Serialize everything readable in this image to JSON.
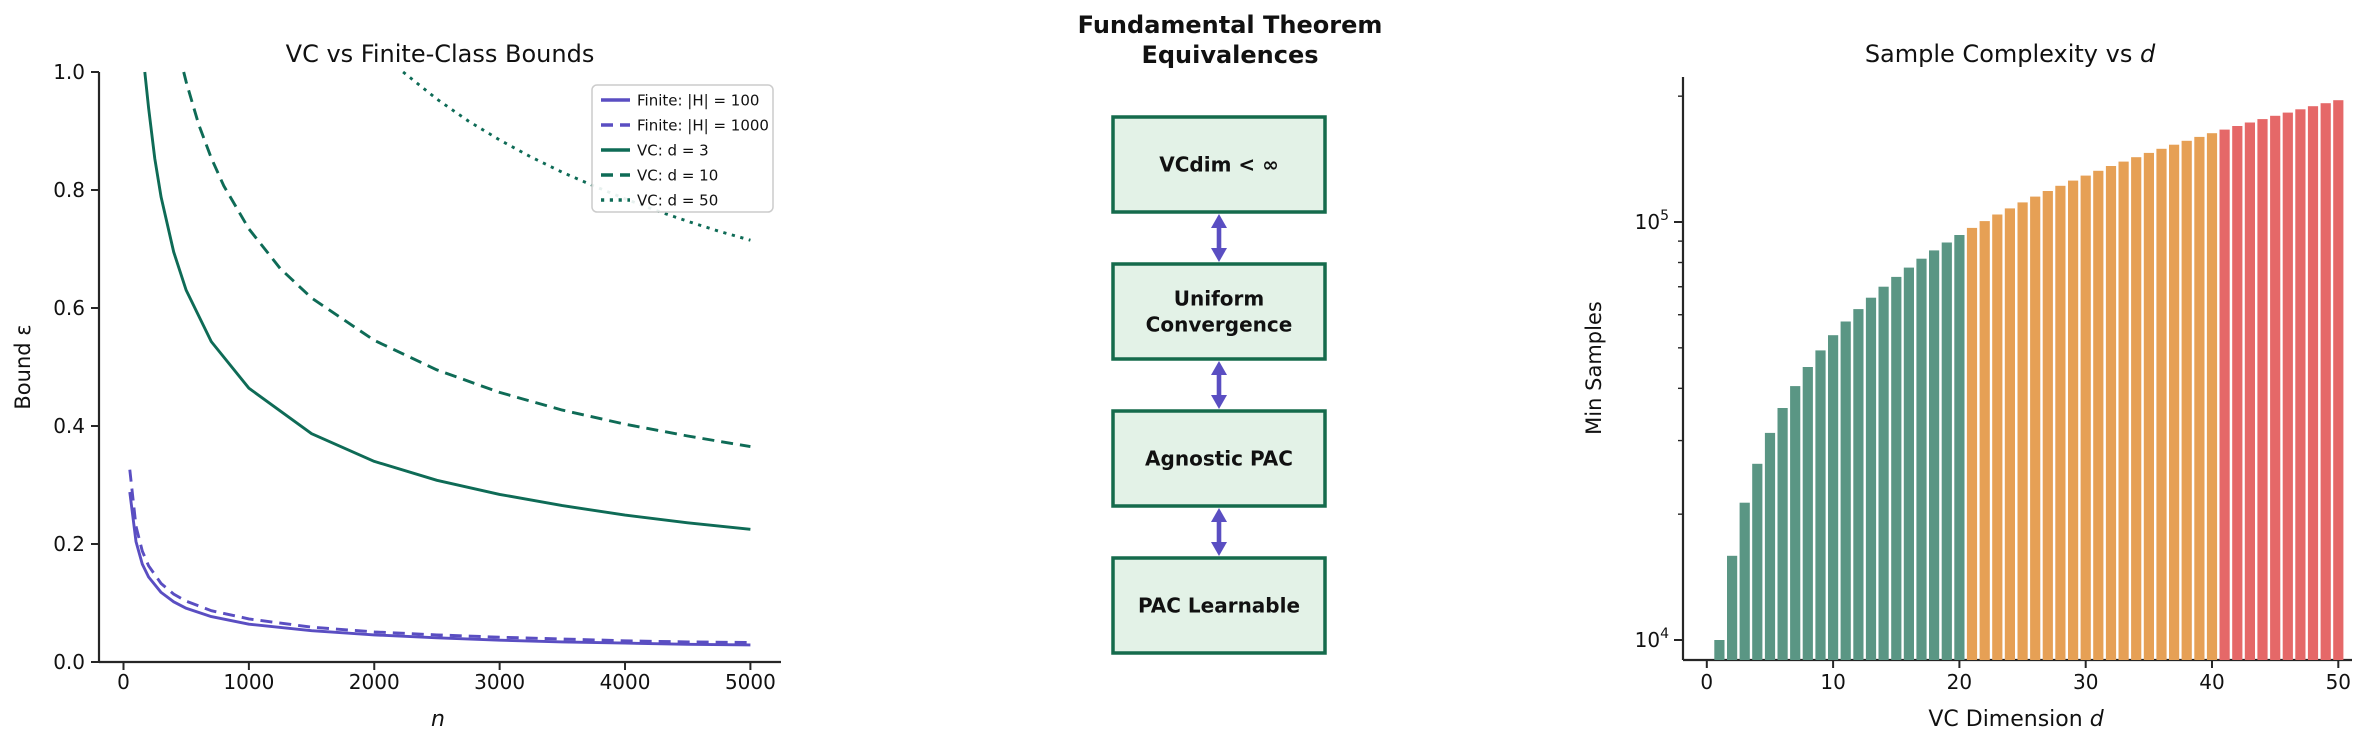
{
  "figure": {
    "background": "#ffffff"
  },
  "colors": {
    "purple": "#5a4ec2",
    "teal_line": "#0e6b56",
    "bar_teal": "#5a9684",
    "bar_orange": "#e6a055",
    "bar_red": "#e56868",
    "box_fill": "#e3f2e7",
    "box_border": "#156b4c",
    "arrow": "#5a4ec2",
    "axis": "#262626",
    "legend_border": "#cccccc"
  },
  "diagram": {
    "title": "Fundamental Theorem\nEquivalences",
    "boxes": [
      {
        "label": "VCdim < ∞"
      },
      {
        "label": "Uniform\nConvergence"
      },
      {
        "label": "Agnostic PAC"
      },
      {
        "label": "PAC Learnable"
      }
    ]
  },
  "chart_data": [
    {
      "type": "line",
      "title": "VC vs Finite-Class Bounds",
      "xlabel": "n",
      "ylabel": "Bound ε",
      "xlim": [
        -200,
        5250
      ],
      "ylim": [
        0,
        1
      ],
      "grid": false,
      "legend_position": "upper right",
      "xticks": [
        {
          "label": "0",
          "value": 0
        },
        {
          "label": "1000",
          "value": 1000
        },
        {
          "label": "2000",
          "value": 2000
        },
        {
          "label": "3000",
          "value": 3000
        },
        {
          "label": "4000",
          "value": 4000
        },
        {
          "label": "5000",
          "value": 5000
        }
      ],
      "yticks": [
        {
          "label": "0.0",
          "value": 0.0
        },
        {
          "label": "0.2",
          "value": 0.2
        },
        {
          "label": "0.4",
          "value": 0.4
        },
        {
          "label": "0.6",
          "value": 0.6
        },
        {
          "label": "0.8",
          "value": 0.8
        },
        {
          "label": "1.0",
          "value": 1.0
        }
      ],
      "series": [
        {
          "name": "Finite: |H| = 100",
          "color": "#5a4ec2",
          "style": "solid",
          "points": [
            [
              50,
              0.288
            ],
            [
              100,
              0.204
            ],
            [
              150,
              0.166
            ],
            [
              200,
              0.144
            ],
            [
              300,
              0.118
            ],
            [
              400,
              0.102
            ],
            [
              500,
              0.091
            ],
            [
              700,
              0.077
            ],
            [
              1000,
              0.064
            ],
            [
              1500,
              0.053
            ],
            [
              2000,
              0.046
            ],
            [
              2500,
              0.041
            ],
            [
              3000,
              0.037
            ],
            [
              3500,
              0.034
            ],
            [
              4000,
              0.032
            ],
            [
              4500,
              0.03
            ],
            [
              5000,
              0.029
            ]
          ]
        },
        {
          "name": "Finite: |H| = 1000",
          "color": "#5a4ec2",
          "style": "dashed",
          "points": [
            [
              50,
              0.326
            ],
            [
              100,
              0.23
            ],
            [
              150,
              0.188
            ],
            [
              200,
              0.163
            ],
            [
              300,
              0.133
            ],
            [
              400,
              0.115
            ],
            [
              500,
              0.103
            ],
            [
              700,
              0.087
            ],
            [
              1000,
              0.073
            ],
            [
              1500,
              0.059
            ],
            [
              2000,
              0.051
            ],
            [
              2500,
              0.046
            ],
            [
              3000,
              0.042
            ],
            [
              3500,
              0.039
            ],
            [
              4000,
              0.036
            ],
            [
              4500,
              0.034
            ],
            [
              5000,
              0.033
            ]
          ]
        },
        {
          "name": "VC: d = 3",
          "color": "#0e6b56",
          "style": "solid",
          "points": [
            [
              170,
              1.0
            ],
            [
              200,
              0.939
            ],
            [
              250,
              0.853
            ],
            [
              300,
              0.788
            ],
            [
              400,
              0.695
            ],
            [
              500,
              0.63
            ],
            [
              700,
              0.543
            ],
            [
              1000,
              0.464
            ],
            [
              1500,
              0.387
            ],
            [
              2000,
              0.34
            ],
            [
              2500,
              0.308
            ],
            [
              3000,
              0.284
            ],
            [
              3500,
              0.265
            ],
            [
              4000,
              0.249
            ],
            [
              4500,
              0.236
            ],
            [
              5000,
              0.225
            ]
          ]
        },
        {
          "name": "VC: d = 10",
          "color": "#0e6b56",
          "style": "dashed",
          "points": [
            [
              480,
              1.0
            ],
            [
              500,
              0.983
            ],
            [
              600,
              0.911
            ],
            [
              700,
              0.854
            ],
            [
              800,
              0.807
            ],
            [
              1000,
              0.734
            ],
            [
              1250,
              0.667
            ],
            [
              1500,
              0.617
            ],
            [
              2000,
              0.545
            ],
            [
              2500,
              0.495
            ],
            [
              3000,
              0.457
            ],
            [
              3500,
              0.427
            ],
            [
              4000,
              0.403
            ],
            [
              4500,
              0.383
            ],
            [
              5000,
              0.365
            ]
          ]
        },
        {
          "name": "VC: d = 50",
          "color": "#0e6b56",
          "style": "dotted",
          "points": [
            [
              2230,
              1.0
            ],
            [
              2500,
              0.954
            ],
            [
              2750,
              0.917
            ],
            [
              3000,
              0.885
            ],
            [
              3250,
              0.856
            ],
            [
              3500,
              0.83
            ],
            [
              3750,
              0.807
            ],
            [
              4000,
              0.785
            ],
            [
              4250,
              0.765
            ],
            [
              4500,
              0.747
            ],
            [
              4750,
              0.73
            ],
            [
              5000,
              0.715
            ]
          ]
        }
      ]
    },
    {
      "type": "bar",
      "title_prefix": "Sample Complexity vs ",
      "title_italic": "d",
      "xlabel_prefix": "VC Dimension ",
      "xlabel_italic": "d",
      "ylabel": "Min Samples",
      "yscale": "log",
      "ylim": [
        8900,
        223000
      ],
      "xticks": [
        {
          "label": "0",
          "value": 0
        },
        {
          "label": "10",
          "value": 10
        },
        {
          "label": "20",
          "value": 20
        },
        {
          "label": "30",
          "value": 30
        },
        {
          "label": "40",
          "value": 40
        },
        {
          "label": "50",
          "value": 50
        }
      ],
      "yticks_major": [
        {
          "base": "10",
          "exp": "4",
          "value": 10000
        },
        {
          "base": "10",
          "exp": "5",
          "value": 100000
        }
      ],
      "yticks_minor": [
        20000,
        30000,
        40000,
        50000,
        60000,
        70000,
        80000,
        90000,
        200000
      ],
      "color_groups": [
        {
          "from": 1,
          "to": 20,
          "color": "#5a9684"
        },
        {
          "from": 21,
          "to": 40,
          "color": "#e6a055"
        },
        {
          "from": 41,
          "to": 50,
          "color": "#e56868"
        }
      ],
      "x": [
        1,
        2,
        3,
        4,
        5,
        6,
        7,
        8,
        9,
        10,
        11,
        12,
        13,
        14,
        15,
        16,
        17,
        18,
        19,
        20,
        21,
        22,
        23,
        24,
        25,
        26,
        27,
        28,
        29,
        30,
        31,
        32,
        33,
        34,
        35,
        36,
        37,
        38,
        39,
        40,
        41,
        42,
        43,
        44,
        45,
        46,
        47,
        48,
        49,
        50
      ],
      "values": [
        10000,
        15900,
        21300,
        26400,
        31300,
        35900,
        40500,
        45000,
        49300,
        53600,
        57800,
        61900,
        65900,
        70000,
        73900,
        77800,
        81700,
        85500,
        89300,
        93100,
        96800,
        100500,
        104200,
        107800,
        111400,
        115000,
        118600,
        122100,
        125600,
        129100,
        132600,
        136100,
        139500,
        142900,
        146300,
        149700,
        153100,
        156400,
        159800,
        163100,
        166400,
        169700,
        173000,
        176300,
        179500,
        182700,
        186000,
        189200,
        192400,
        195600
      ]
    }
  ]
}
